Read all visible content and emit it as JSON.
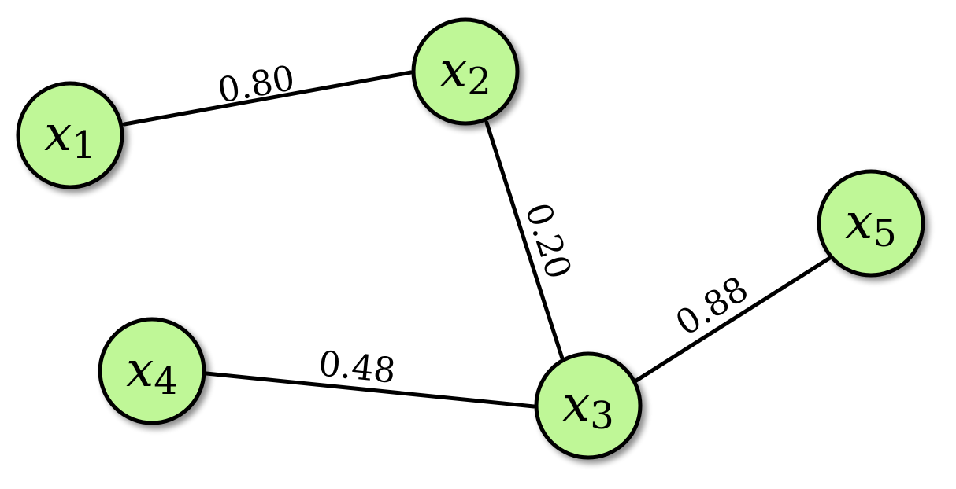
{
  "graph": {
    "colors": {
      "node_fill": "#bff797",
      "node_stroke": "#000000",
      "edge_stroke": "#000000"
    },
    "nodes": [
      {
        "id": "x1",
        "var": "x",
        "sub": "1"
      },
      {
        "id": "x2",
        "var": "x",
        "sub": "2"
      },
      {
        "id": "x3",
        "var": "x",
        "sub": "3"
      },
      {
        "id": "x4",
        "var": "x",
        "sub": "4"
      },
      {
        "id": "x5",
        "var": "x",
        "sub": "5"
      }
    ],
    "edges": [
      {
        "from": "x1",
        "to": "x2",
        "weight": "0.80"
      },
      {
        "from": "x2",
        "to": "x3",
        "weight": "0.20"
      },
      {
        "from": "x4",
        "to": "x3",
        "weight": "0.48"
      },
      {
        "from": "x3",
        "to": "x5",
        "weight": "0.88"
      }
    ]
  }
}
